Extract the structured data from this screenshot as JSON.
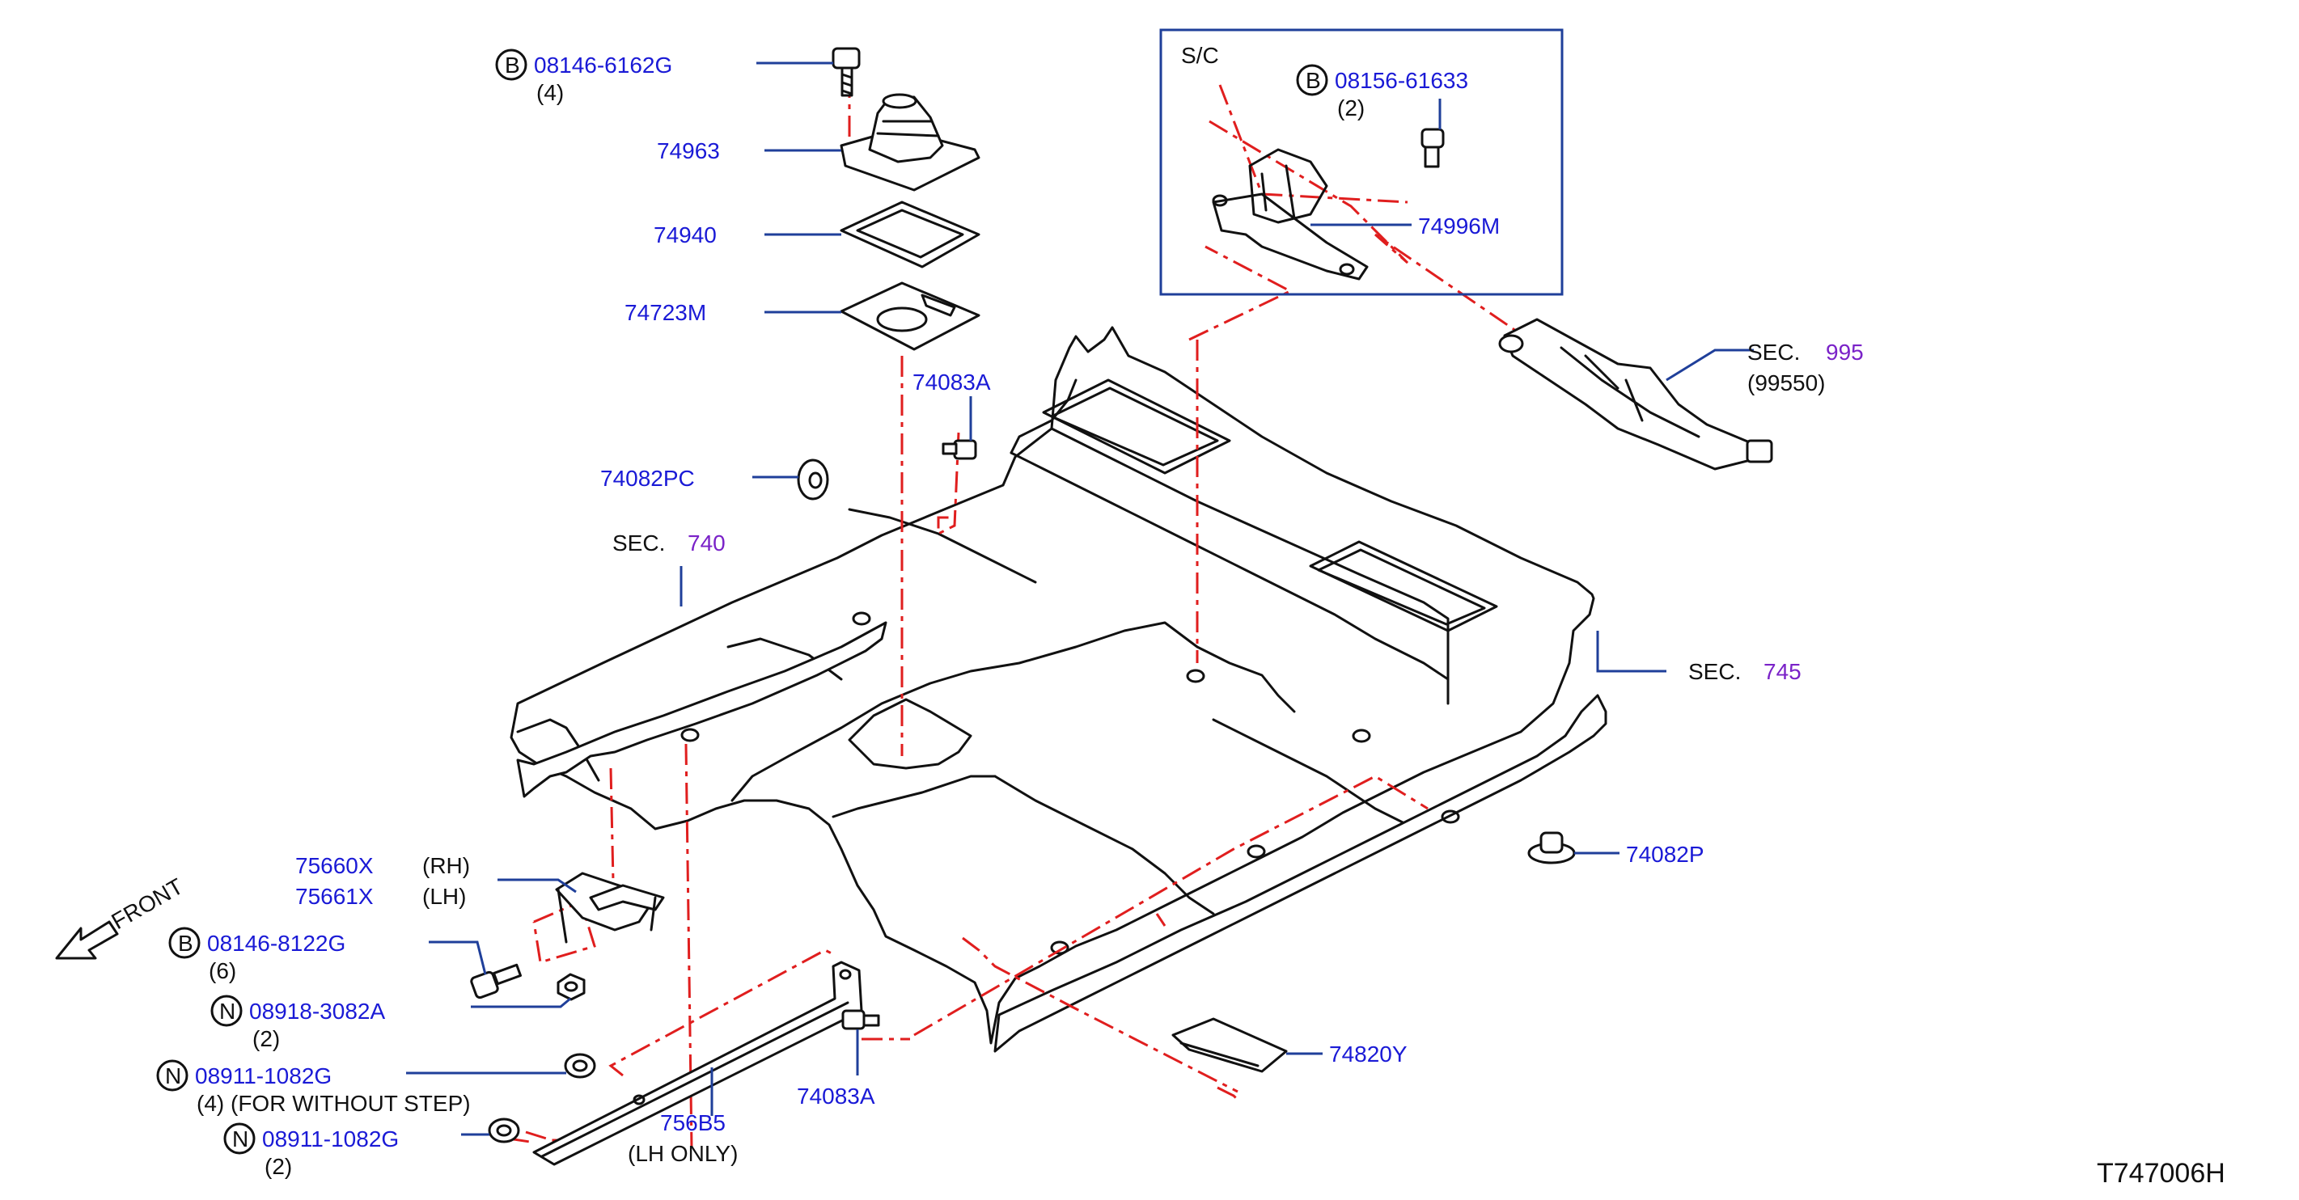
{
  "diagram_id": "T747006H",
  "front_label": "FRONT",
  "inset": {
    "title": "S/C"
  },
  "labels": [
    {
      "key": "b1",
      "marker": "B",
      "part": "08146-6162G",
      "note": "(4)"
    },
    {
      "key": "p74963",
      "part": "74963"
    },
    {
      "key": "p74940",
      "part": "74940"
    },
    {
      "key": "p74723M",
      "part": "74723M"
    },
    {
      "key": "p74083A_top",
      "part": "74083A"
    },
    {
      "key": "p74082PC",
      "part": "74082PC"
    },
    {
      "key": "sec740",
      "sec": "SEC.",
      "num": "740"
    },
    {
      "key": "b2",
      "marker": "B",
      "part": "08156-61633",
      "note": "(2)"
    },
    {
      "key": "p74996M",
      "part": "74996M"
    },
    {
      "key": "sec995",
      "sec": "SEC.",
      "num": "995",
      "note": "(99550)"
    },
    {
      "key": "sec745",
      "sec": "SEC.",
      "num": "745"
    },
    {
      "key": "p74082P",
      "part": "74082P"
    },
    {
      "key": "p75660X",
      "part": "75660X",
      "note": "(RH)"
    },
    {
      "key": "p75661X",
      "part": "75661X",
      "note": "(LH)"
    },
    {
      "key": "b3",
      "marker": "B",
      "part": "08146-8122G",
      "note": "(6)"
    },
    {
      "key": "n1",
      "marker": "N",
      "part": "08918-3082A",
      "note": "(2)"
    },
    {
      "key": "n2",
      "marker": "N",
      "part": "08911-1082G",
      "note": "(4)   (FOR   WITHOUT   STEP)"
    },
    {
      "key": "n3",
      "marker": "N",
      "part": "08911-1082G",
      "note": "(2)"
    },
    {
      "key": "p756B5",
      "part": "756B5",
      "note": "(LH   ONLY)"
    },
    {
      "key": "p74083A_bot",
      "part": "74083A"
    },
    {
      "key": "p74820Y",
      "part": "74820Y"
    }
  ],
  "colors": {
    "part_number": "#1a1ad6",
    "section_number": "#7a22c8",
    "leader": "#1f3f9a",
    "centerline": "#e01e1e",
    "outline": "#111111"
  }
}
